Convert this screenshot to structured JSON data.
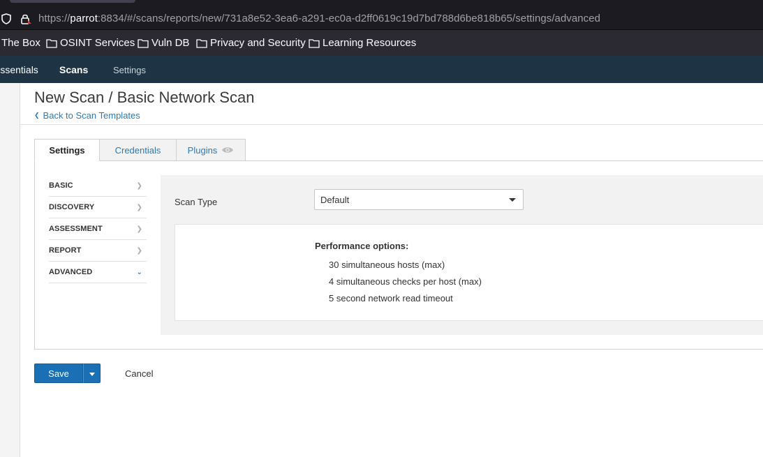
{
  "browser": {
    "url_scheme": "https://",
    "url_host": "parrot",
    "url_rest": ":8834/#/scans/reports/new/731a8e52-3ea6-a291-ec0a-d2ff0619c19d7bd788d6be818b65/settings/advanced",
    "bookmarks": [
      {
        "label": "The Box",
        "folder": false
      },
      {
        "label": "OSINT Services",
        "folder": true
      },
      {
        "label": "Vuln DB",
        "folder": true
      },
      {
        "label": "Privacy and Security",
        "folder": true
      },
      {
        "label": "Learning Resources",
        "folder": true
      }
    ]
  },
  "nav": {
    "items": [
      "Essentials",
      "Scans",
      "Settings"
    ],
    "active": "Scans"
  },
  "page": {
    "title": "New Scan / Basic Network Scan",
    "back_link": "Back to Scan Templates"
  },
  "tabs": [
    "Settings",
    "Credentials",
    "Plugins"
  ],
  "active_tab": "Settings",
  "side_menu": [
    "BASIC",
    "DISCOVERY",
    "ASSESSMENT",
    "REPORT",
    "ADVANCED"
  ],
  "side_menu_expanded": "ADVANCED",
  "scan_type": {
    "label": "Scan Type",
    "value": "Default"
  },
  "performance": {
    "title": "Performance options:",
    "lines": [
      "30 simultaneous hosts (max)",
      "4 simultaneous checks per host (max)",
      "5 second network read timeout"
    ]
  },
  "footer": {
    "save_label": "Save",
    "cancel_label": "Cancel"
  },
  "colors": {
    "accent": "#1a6fb5",
    "link": "#2a7ab8",
    "nav_bg": "#1e3445"
  }
}
